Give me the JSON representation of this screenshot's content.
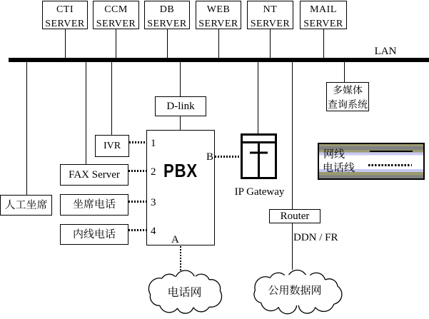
{
  "diagram": {
    "lan": {
      "label": "LAN"
    },
    "servers": [
      {
        "line1": "CTI",
        "line2": "SERVER"
      },
      {
        "line1": "CCM",
        "line2": "SERVER"
      },
      {
        "line1": "DB",
        "line2": "SERVER"
      },
      {
        "line1": "WEB",
        "line2": "SERVER"
      },
      {
        "line1": "NT",
        "line2": "SERVER"
      },
      {
        "line1": "MAIL",
        "line2": "SERVER"
      }
    ],
    "nodes": {
      "dlink": "D-link",
      "ivr": "IVR",
      "fax_server": "FAX Server",
      "agent_seat": "人工坐席",
      "agent_phone": "坐席电话",
      "internal_phone": "内线电话",
      "pbx": "PBX",
      "router": "Router",
      "multimedia_line1": "多媒体",
      "multimedia_line2": "查询系统",
      "ip_gateway": "IP Gateway",
      "ddn_fr": "DDN / FR"
    },
    "pbx_ports": {
      "p1": "1",
      "p2": "2",
      "p3": "3",
      "p4": "4",
      "a": "A",
      "b": "B"
    },
    "clouds": {
      "phone_network": "电话网",
      "public_data_network": "公用数据网"
    },
    "legend": {
      "network_line": "网线",
      "phone_line": "电话线"
    },
    "colors": {
      "ink": "#000000",
      "background": "#ffffff",
      "legend_gray": "#818181",
      "legend_olive": "#9a9a70",
      "legend_lavender": "#c8c8f2"
    }
  }
}
